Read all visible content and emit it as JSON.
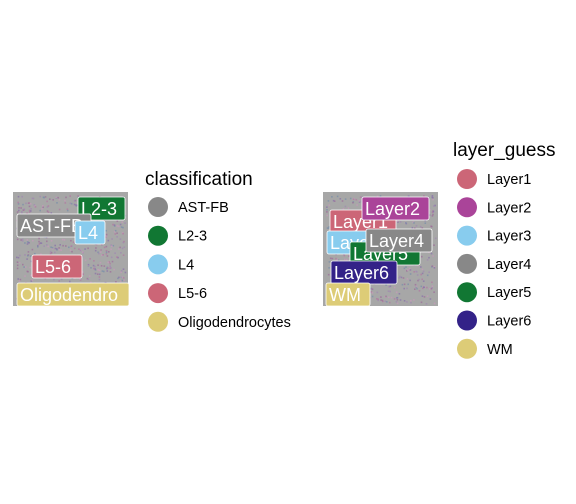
{
  "chart_data": [
    {
      "type": "scatter",
      "title": "",
      "legend": {
        "title": "classification",
        "placement": "right",
        "entries": [
          {
            "label": "AST-FB",
            "color": "#888888"
          },
          {
            "label": "L2-3",
            "color": "#117733"
          },
          {
            "label": "L4",
            "color": "#88CCEE"
          },
          {
            "label": "L5-6",
            "color": "#CC6677"
          },
          {
            "label": "Oligodendrocytes",
            "color": "#DDCC77"
          }
        ]
      },
      "cluster_labels": [
        {
          "text": "L2-3",
          "color": "#117733"
        },
        {
          "text": "AST-FB",
          "color": "#888888"
        },
        {
          "text": "L4",
          "color": "#88CCEE"
        },
        {
          "text": "L5-6",
          "color": "#CC6677"
        },
        {
          "text": "Oligodendro",
          "color": "#DDCC77"
        }
      ]
    },
    {
      "type": "scatter",
      "title": "",
      "legend": {
        "title": "layer_guess",
        "placement": "right",
        "entries": [
          {
            "label": "Layer1",
            "color": "#CC6677"
          },
          {
            "label": "Layer2",
            "color": "#AA4499"
          },
          {
            "label": "Layer3",
            "color": "#88CCEE"
          },
          {
            "label": "Layer4",
            "color": "#888888"
          },
          {
            "label": "Layer5",
            "color": "#117733"
          },
          {
            "label": "Layer6",
            "color": "#332288"
          },
          {
            "label": "WM",
            "color": "#DDCC77"
          }
        ]
      },
      "cluster_labels": [
        {
          "text": "Layer1",
          "color": "#CC6677"
        },
        {
          "text": "Layer2",
          "color": "#AA4499"
        },
        {
          "text": "Layer3",
          "color": "#88CCEE"
        },
        {
          "text": "Layer5",
          "color": "#117733"
        },
        {
          "text": "Layer4",
          "color": "#888888"
        },
        {
          "text": "Layer6",
          "color": "#332288"
        },
        {
          "text": "WM",
          "color": "#DDCC77"
        }
      ]
    }
  ]
}
